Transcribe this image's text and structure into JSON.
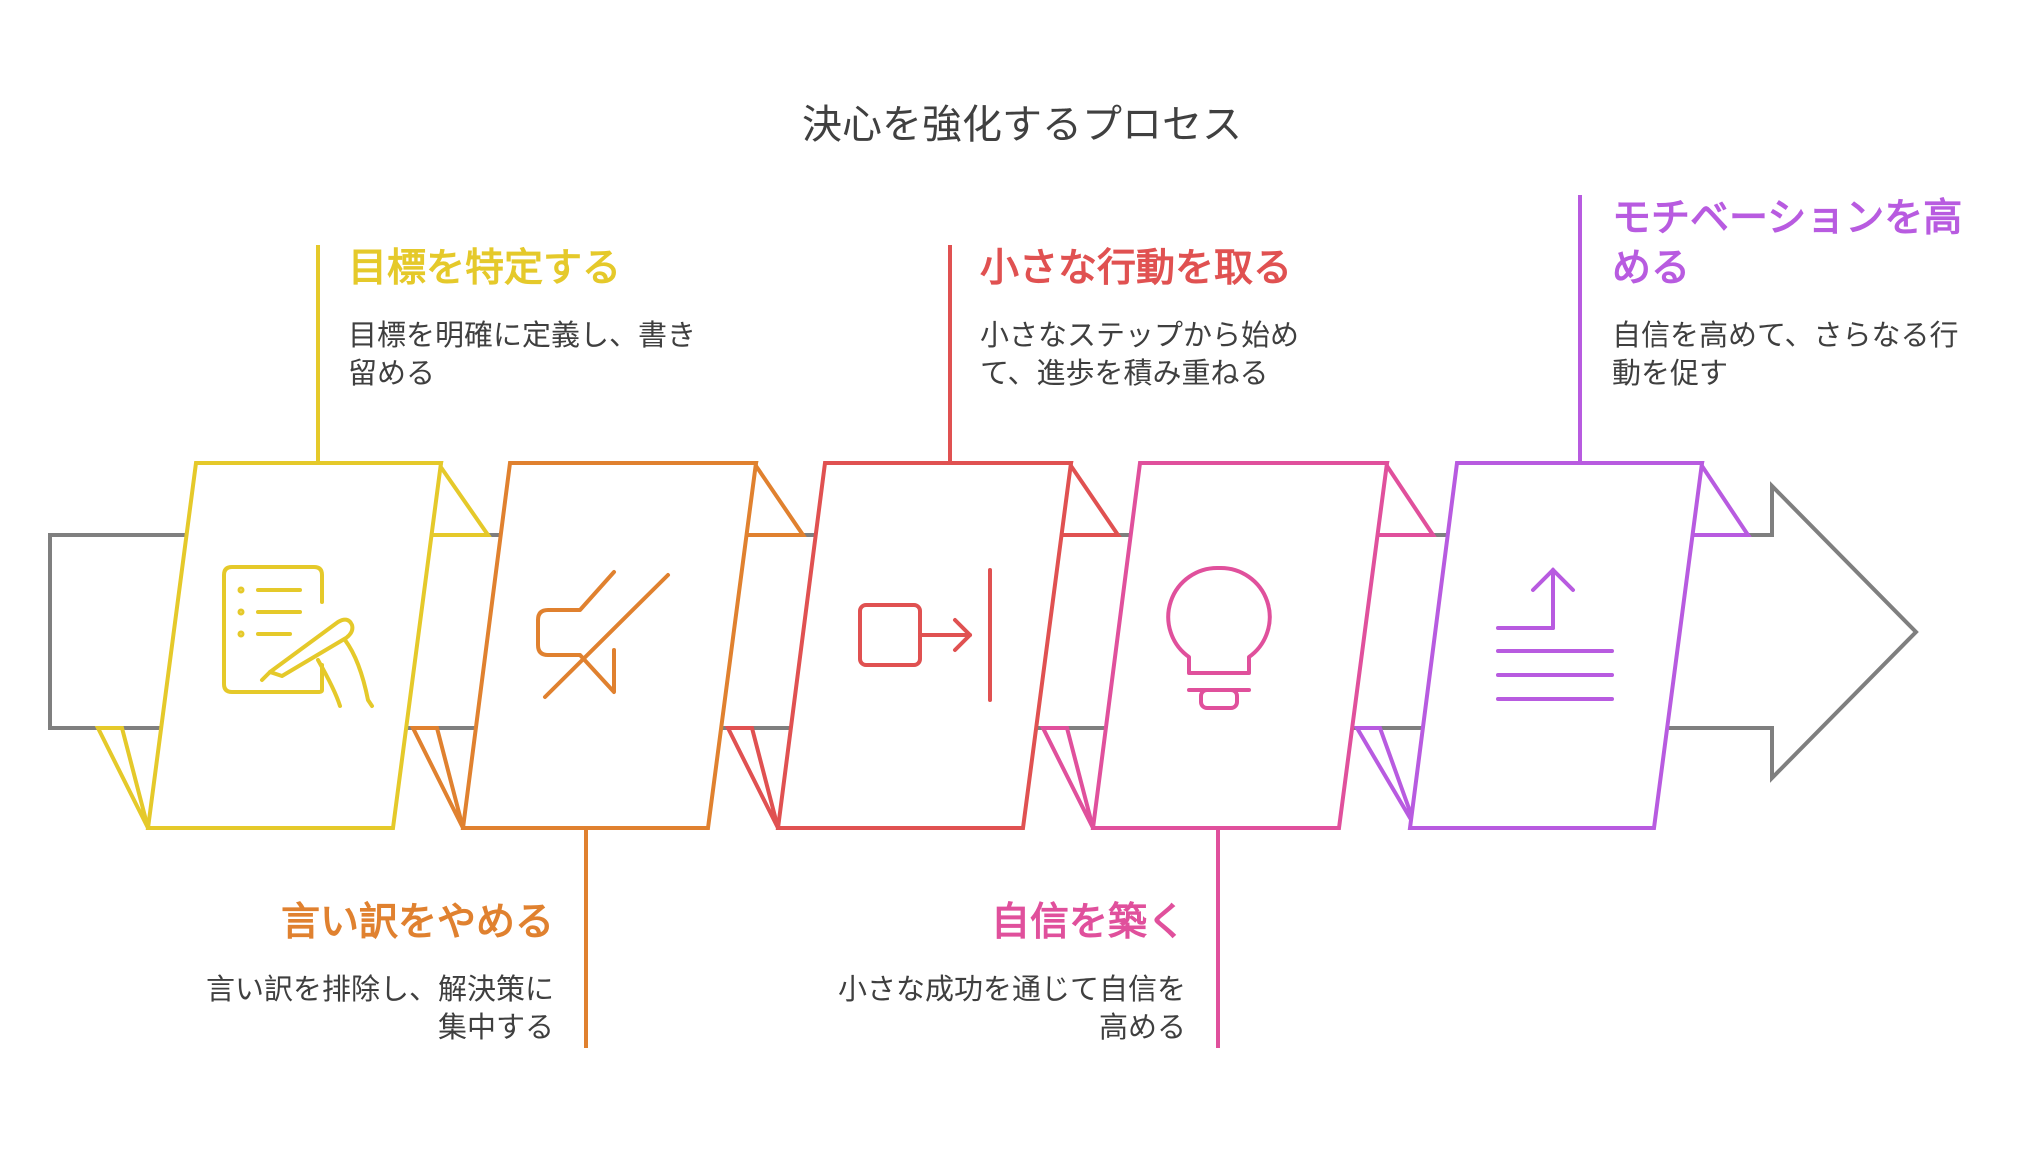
{
  "title": "決心を強化するプロセス",
  "colors": {
    "arrow": "#7f7f7f",
    "step1": "#e5c92a",
    "step2": "#e0812f",
    "step3": "#e05151",
    "step4": "#e0509c",
    "step5": "#b85be0",
    "text": "#404040"
  },
  "steps": [
    {
      "title": "目標を特定する",
      "desc": [
        "目標を明確に定義し、書き",
        "留める"
      ],
      "icon": "checklist-writing-icon"
    },
    {
      "title": "言い訳をやめる",
      "desc": [
        "言い訳を排除し、解決策に",
        "集中する"
      ],
      "icon": "mute-speaker-icon"
    },
    {
      "title": "小さな行動を取る",
      "desc": [
        "小さなステップから始め",
        "て、進歩を積み重ねる"
      ],
      "icon": "step-out-icon"
    },
    {
      "title": "自信を築く",
      "desc": [
        "小さな成功を通じて自信を",
        "高める"
      ],
      "icon": "lightbulb-icon"
    },
    {
      "title": "モチベーションを高める",
      "title_lines": [
        "モチベーションを高",
        "める"
      ],
      "desc": [
        "自信を高めて、さらなる行",
        "動を促す"
      ],
      "icon": "upload-lines-icon"
    }
  ]
}
